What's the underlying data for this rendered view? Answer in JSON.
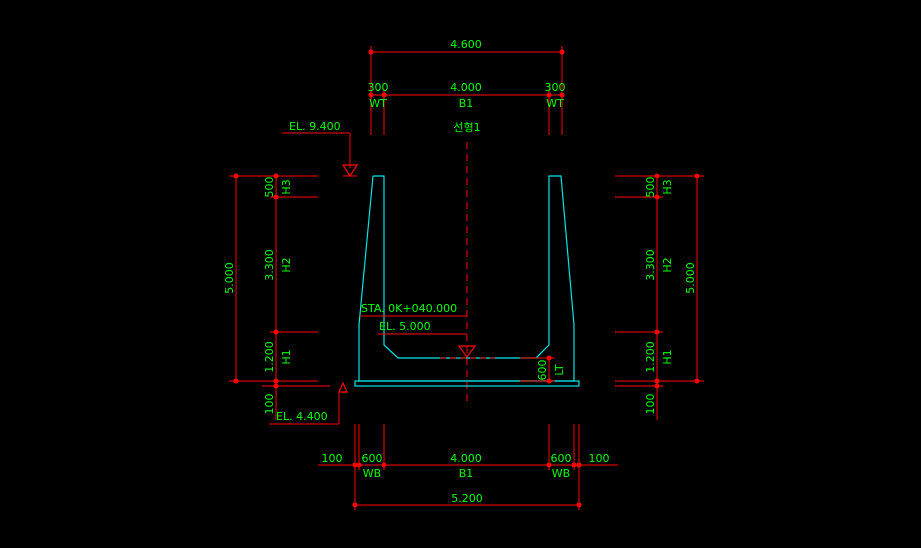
{
  "dimensions": {
    "top_total": "4.600",
    "top_wt_left": "300",
    "top_b1": "4.000",
    "top_wt_right": "300",
    "label_wt": "WT",
    "label_b1": "B1",
    "bottom_ext_left": "100",
    "bottom_wb_left": "600",
    "bottom_b1": "4.000",
    "bottom_wb_right": "600",
    "bottom_ext_right": "100",
    "label_wb": "WB",
    "bottom_total": "5.200",
    "left_total": "5.000",
    "h3": "500",
    "h2": "3.300",
    "h1": "1.200",
    "below": "100",
    "label_h1": "H1",
    "label_h2": "H2",
    "label_h3": "H3",
    "lt": "600",
    "label_lt": "LT"
  },
  "annotations": {
    "el_top": "EL. 9.400",
    "el_bottom": "EL. 4.400",
    "center_name": "선형1",
    "station": "STA. 0K+040.000",
    "el_floor": "EL. 5.000"
  },
  "colors": {
    "background": "#000000",
    "dimension_lines": "#ff0000",
    "text": "#00ff00",
    "structure": "#00e5e5"
  }
}
